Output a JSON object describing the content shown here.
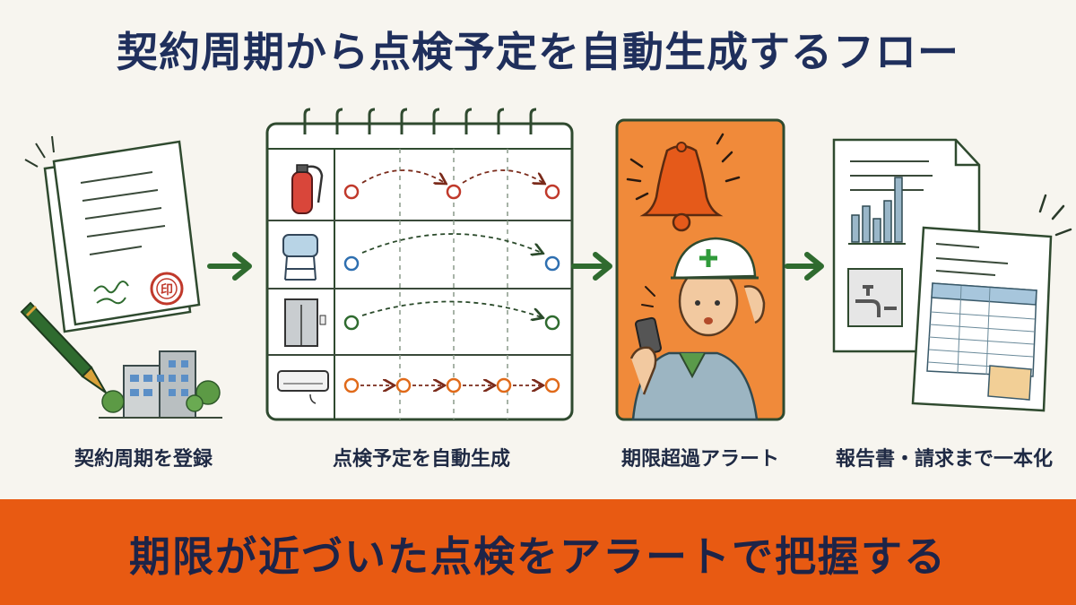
{
  "title": "契約周期から点検予定を自動生成するフロー",
  "steps": [
    {
      "label": "契約周期を登録"
    },
    {
      "label": "点検予定を自動生成"
    },
    {
      "label": "期限超過アラート"
    },
    {
      "label": "報告書・請求まで一本化"
    }
  ],
  "banner": "期限が近づいた点検をアラートで把握する",
  "stamp_text": "印",
  "colors": {
    "title": "#1f2f5c",
    "accent_green": "#2f6b2f",
    "alert_orange": "#f08a3a",
    "banner_orange": "#e85a12",
    "red_marker": "#c0392b",
    "blue_marker": "#2e6fb0",
    "green_marker": "#2f6b2f",
    "orange_marker": "#e06a1a"
  },
  "icons": [
    "contract-document-icon",
    "fountain-pen-icon",
    "building-icon",
    "fire-extinguisher-icon",
    "water-tank-icon",
    "elevator-icon",
    "air-conditioner-icon",
    "bell-icon",
    "worker-icon",
    "report-icon",
    "invoice-icon"
  ]
}
